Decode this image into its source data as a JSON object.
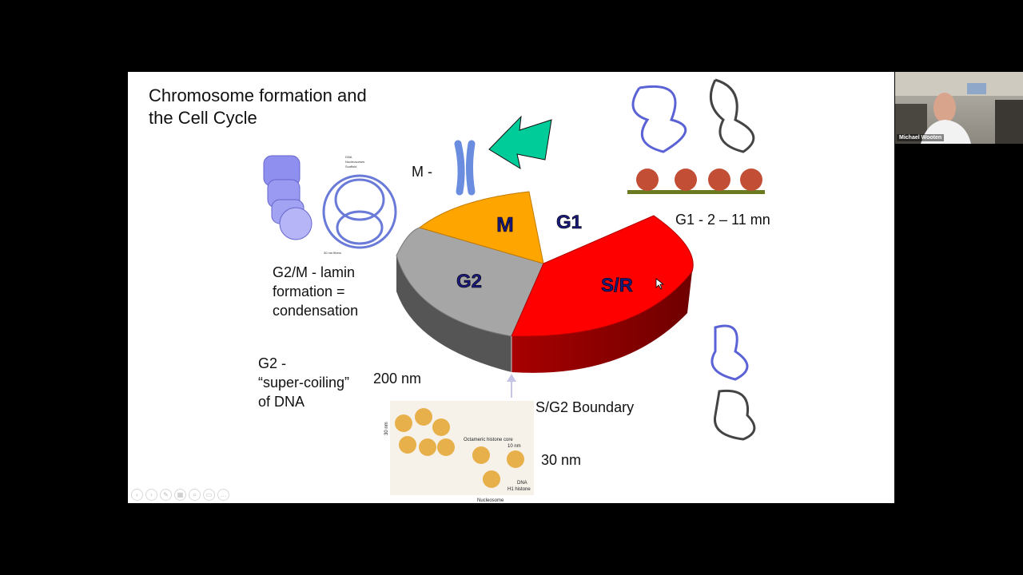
{
  "slide": {
    "title_line1": "Chromosome formation and",
    "title_line2": "the Cell Cycle",
    "labels": {
      "m_phase": "M -",
      "g1": "G1 -  2 – 11 mn",
      "g2m_line1": "G2/M - lamin",
      "g2m_line2": "formation =",
      "g2m_line3": "condensation",
      "g2_line1": "G2 -",
      "g2_line2": "“super-coiling”",
      "g2_line3": "of DNA",
      "nm200": "200 nm",
      "sg2_boundary": "S/G2 Boundary",
      "nm30": "30 nm"
    },
    "pie_labels": {
      "m": "M",
      "g1": "G1",
      "g2": "G2",
      "s": "S/R"
    },
    "nucleosome_labels": {
      "height": "30 nm",
      "core": "Octameric histone core",
      "width": "10 nm",
      "dna": "DNA",
      "h1": "H1 histone",
      "nucleosome": "Nucleosome"
    },
    "scaffold_labels": {
      "dna": "DNA",
      "nucleosomes": "Nucleosomes",
      "scaffold": "Scaffold",
      "nm30": "30 nm fibers"
    },
    "colors": {
      "s_phase": "#ff0000",
      "g2": "#a6a6a6",
      "m": "#ffa500",
      "arrow": "#00cc99"
    }
  },
  "toolbar": {
    "buttons": [
      "prev-icon",
      "next-icon",
      "pen-icon",
      "slides-icon",
      "zoom-icon",
      "subtitles-icon",
      "more-icon"
    ]
  },
  "participant": {
    "name": "Michael Wooten"
  }
}
